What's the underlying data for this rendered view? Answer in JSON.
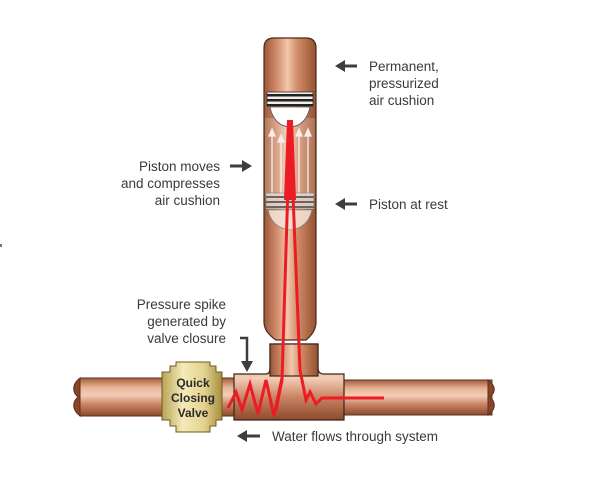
{
  "diagram": {
    "title": "Water hammer arrestor operation",
    "labels": {
      "air_cushion": [
        "Permanent,",
        "pressurized",
        "air cushion"
      ],
      "piston_moves": [
        "Piston moves",
        "and compresses",
        "air cushion"
      ],
      "piston_rest": "Piston at rest",
      "pressure_spike": [
        "Pressure spike",
        "generated by",
        "valve closure"
      ],
      "water_flow": "Water flows through system",
      "valve": [
        "Quick",
        "Closing",
        "Valve"
      ]
    },
    "colors": {
      "copper": "#c67f5e",
      "copper_dark": "#8a4a2e",
      "copper_light": "#efc2a8",
      "valve_brass": "#e7d79a",
      "pressure_line": "#ec1c24",
      "arrow": "#3d3d3d",
      "text": "#3a3a3a"
    }
  }
}
